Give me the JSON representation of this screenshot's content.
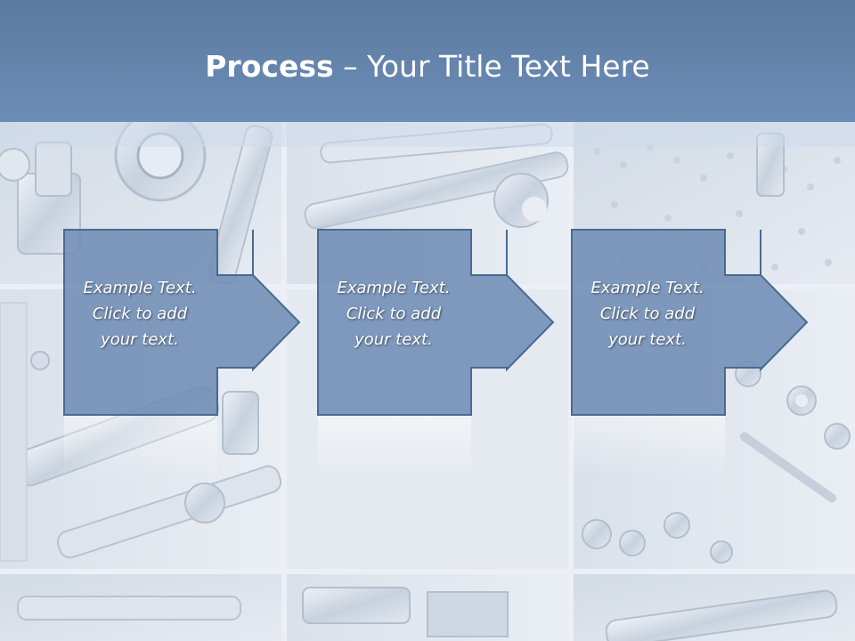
{
  "slide": {
    "title_bold": "Process",
    "title_rest": " – Your Title Text Here"
  },
  "steps": [
    {
      "line1": "Example Text.",
      "line2": "Click  to add",
      "line3": "your text."
    },
    {
      "line1": "Example Text.",
      "line2": "Click  to add",
      "line3": "your text."
    },
    {
      "line1": "Example Text.",
      "line2": "Click  to add",
      "line3": "your text."
    }
  ],
  "colors": {
    "title_bar": "#5b7aa1",
    "box_fill": "#6f8db5",
    "box_stroke": "#4a6a92",
    "text": "#ffffff"
  }
}
